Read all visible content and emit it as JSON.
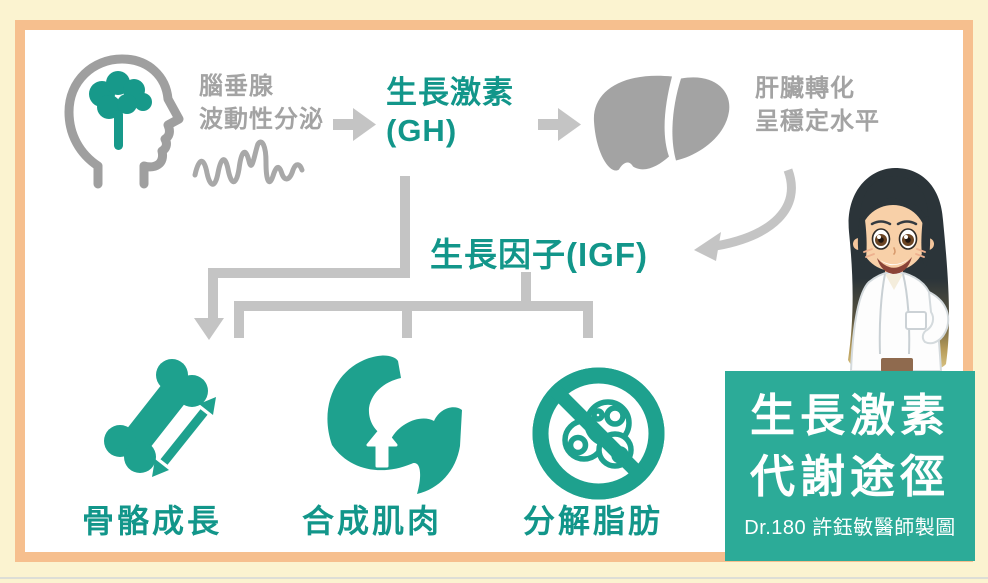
{
  "palette": {
    "teal_accent": "#12968a",
    "teal_icon": "#1ea18e",
    "title_box_bg": "#2cab98",
    "gray_text": "#a3a3a3",
    "gray_icon": "#a0a0a0",
    "gray_connector": "#c4c4c4",
    "frame_orange": "#f6bf8e",
    "background_cream": "#fbf3d0",
    "content_white": "#ffffff"
  },
  "diagram": {
    "pituitary": {
      "line1": "腦垂腺",
      "line2": "波動性分泌",
      "icon": "head-brain-icon",
      "wave_icon": "pulse-wave-icon"
    },
    "gh": {
      "line1": "生長激素",
      "line2": "(GH)"
    },
    "liver": {
      "line1": "肝臟轉化",
      "line2": "呈穩定水平",
      "icon": "liver-icon"
    },
    "igf": {
      "label": "生長因子(IGF)"
    },
    "outcomes": [
      {
        "label": "骨骼成長",
        "icon": "bone-growth-icon"
      },
      {
        "label": "合成肌肉",
        "icon": "muscle-build-icon"
      },
      {
        "label": "分解脂肪",
        "icon": "no-fat-icon"
      }
    ]
  },
  "title_box": {
    "line1": "生長激素",
    "line2": "代謝途徑",
    "credit": "Dr.180 許鈺敏醫師製圖"
  },
  "mascot": {
    "name": "doctor-mascot"
  }
}
